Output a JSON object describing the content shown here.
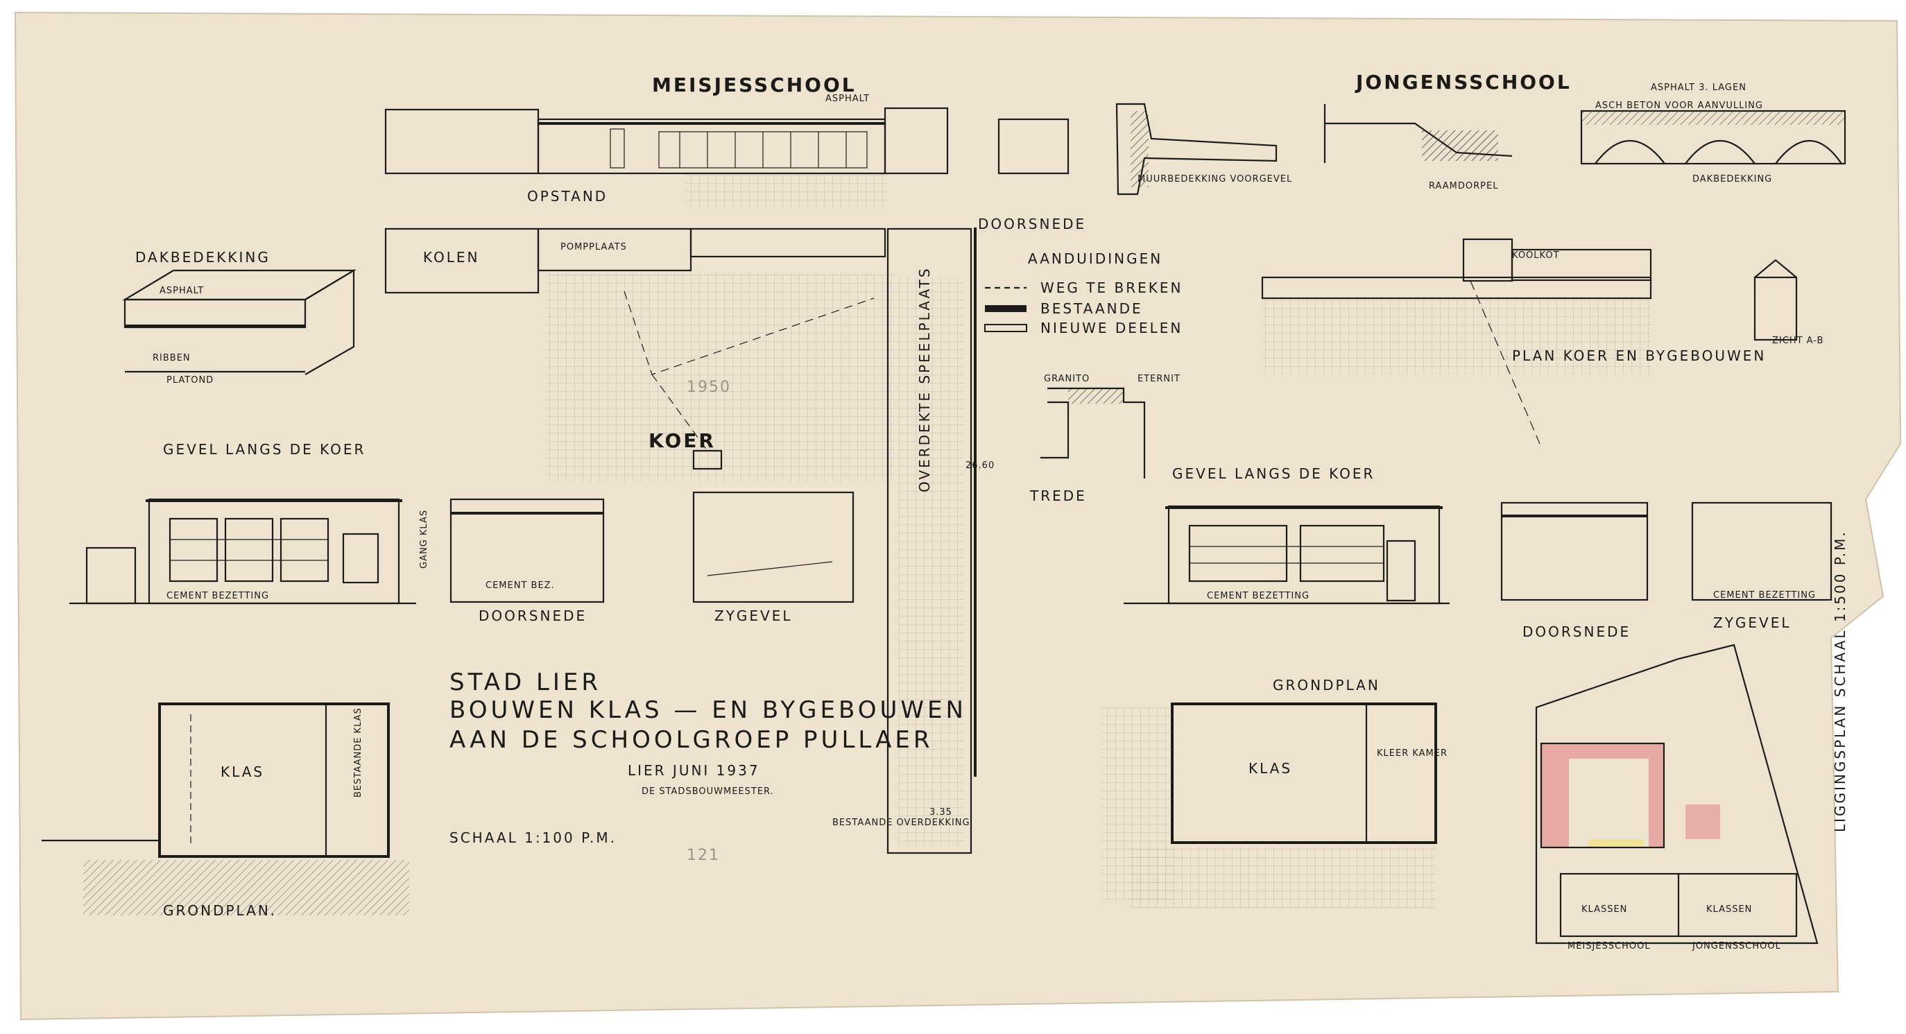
{
  "colors": {
    "paper": "#ede3cf",
    "ink": "#1e1c19",
    "accent_red": "#e49a98",
    "accent_yellow": "#f0e49a"
  },
  "headings": {
    "meisjesschool": "MEISJESSCHOOL",
    "jongensschool": "JONGENSSCHOOL",
    "opstand": "OPSTAND",
    "doorsnede_top": "DOORSNEDE",
    "aanduidingen": "AANDUIDINGEN",
    "dakbedekking": "DAKBEDEKKING",
    "koer": "KOER",
    "trede": "TREDE",
    "gevel_left": "GEVEL LANGS DE KOER",
    "gevel_right": "GEVEL LANGS DE KOER",
    "doorsnede_left": "DOORSNEDE",
    "zygevel_left": "ZYGEVEL",
    "doorsnede_right": "DOORSNEDE",
    "zygevel_right": "ZYGEVEL",
    "grondplan_left": "GRONDPLAN.",
    "grondplan_right": "GRONDPLAN",
    "plan_koer": "PLAN KOER EN BYGEBOUWEN",
    "ligging": "LIGGINGSPLAN SCHAAL 1:500 P.M.",
    "overdekte": "OVERDEKTE SPEELPLAATS"
  },
  "legend": {
    "items": [
      "WEG TE BREKEN",
      "BESTAANDE",
      "NIEUWE DEELEN"
    ]
  },
  "title_block": {
    "line1": "STAD LIER",
    "line2": "BOUWEN KLAS — EN BYGEBOUWEN",
    "line3": "AAN DE SCHOOLGROEP PULLAER",
    "date": "LIER JUNI 1937",
    "signature": "DE STADSBOUWMEESTER.",
    "scale": "SCHAAL 1:100 P.M."
  },
  "room_labels": {
    "kolen": "KOLEN",
    "pompplaats": "POMPPLAATS",
    "klas_left": "KLAS",
    "klas_right": "KLAS",
    "kleer_kamer": "KLEER KAMER",
    "kool_kot": "KOOLKOT",
    "klassen_left": "KLASSEN",
    "klassen_right": "KLASSEN",
    "meisjesschool_small": "MEISJESSCHOOL",
    "jongensschool_small": "JONGENSSCHOOL",
    "gang_klas": "GANG KLAS",
    "bestaande_klas": "BESTAANDE KLAS"
  },
  "notes": {
    "asphalt": "ASPHALT",
    "asch_beton": "ASCH BETON VOOR AANVULLING",
    "ribben": "RIBBEN",
    "platond": "PLATOND",
    "cement_bezetting": "CEMENT BEZETTING",
    "cement_bez": "CEMENT BEZ.",
    "granito": "GRANITO",
    "eternit": "ETERNIT",
    "muurbedekking": "MUURBEDEKKING VOORGEVEL",
    "raamdorpel": "RAAMDORPEL",
    "asphalt_3": "ASPHALT 3. LAGEN",
    "dakbedekking_small": "DAKBEDEKKING",
    "zicht": "ZICHT A-B",
    "bestaande_overdekking": "BESTAANDE OVERDEKKING",
    "dim_2660": "26.60",
    "dim_335": "3.35",
    "pencil_1": "1950",
    "pencil_2": "121"
  }
}
